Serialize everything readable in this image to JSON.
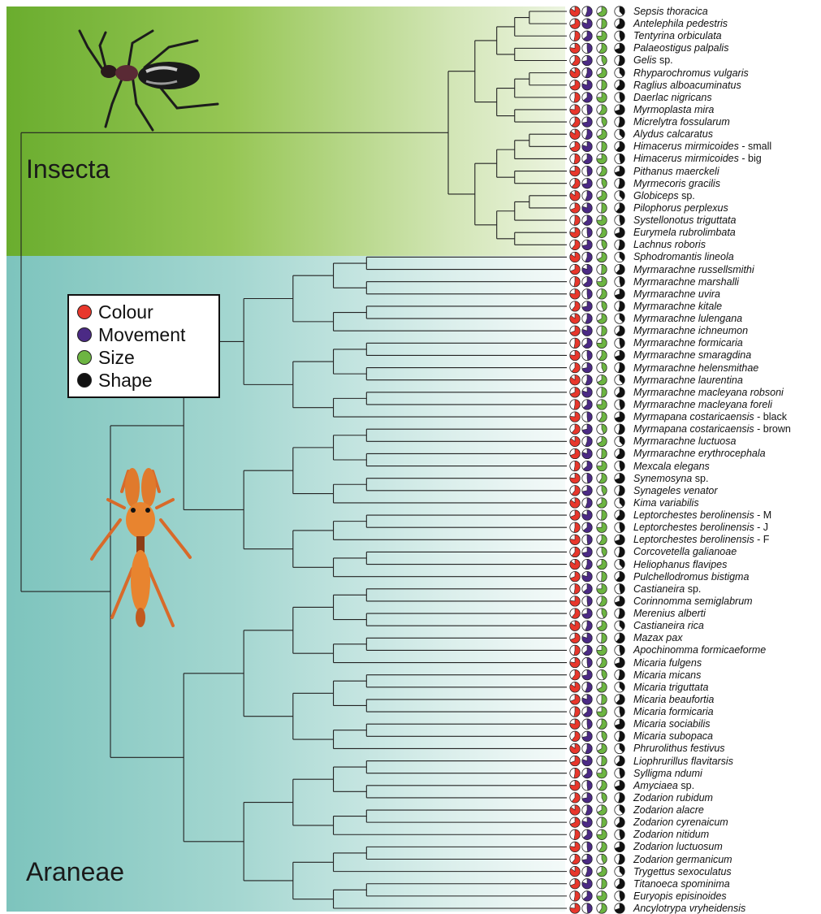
{
  "clades": {
    "insecta": "Insecta",
    "araneae": "Araneae"
  },
  "legend": [
    {
      "label": "Colour",
      "color": "#e8372c"
    },
    {
      "label": "Movement",
      "color": "#4b2a85"
    },
    {
      "label": "Size",
      "color": "#6db542"
    },
    {
      "label": "Shape",
      "color": "#111111"
    }
  ],
  "species": [
    {
      "name": "Sepsis thoracica",
      "suffix": ""
    },
    {
      "name": "Antelephila pedestris",
      "suffix": ""
    },
    {
      "name": "Tentyrina orbiculata",
      "suffix": ""
    },
    {
      "name": "Palaeostigus palpalis",
      "suffix": ""
    },
    {
      "name": "Gelis",
      "suffix": " sp."
    },
    {
      "name": "Rhyparochromus vulgaris",
      "suffix": ""
    },
    {
      "name": "Raglius alboacuminatus",
      "suffix": ""
    },
    {
      "name": "Daerlac nigricans",
      "suffix": ""
    },
    {
      "name": "Myrmoplasta mira",
      "suffix": ""
    },
    {
      "name": "Micrelytra fossularum",
      "suffix": ""
    },
    {
      "name": "Alydus calcaratus",
      "suffix": ""
    },
    {
      "name": "Himacerus mirmicoides",
      "suffix": " - small"
    },
    {
      "name": "Himacerus mirmicoides",
      "suffix": " - big"
    },
    {
      "name": "Pithanus maerckeli",
      "suffix": ""
    },
    {
      "name": "Myrmecoris gracilis",
      "suffix": ""
    },
    {
      "name": "Globiceps",
      "suffix": " sp."
    },
    {
      "name": "Pilophorus perplexus",
      "suffix": ""
    },
    {
      "name": "Systellonotus triguttata",
      "suffix": ""
    },
    {
      "name": "Eurymela rubrolimbata",
      "suffix": ""
    },
    {
      "name": "Lachnus roboris",
      "suffix": ""
    },
    {
      "name": "Sphodromantis lineola",
      "suffix": ""
    },
    {
      "name": "Myrmarachne russellsmithi",
      "suffix": ""
    },
    {
      "name": "Myrmarachne marshalli",
      "suffix": ""
    },
    {
      "name": "Myrmarachne uvira",
      "suffix": ""
    },
    {
      "name": "Myrmarachne kitale",
      "suffix": ""
    },
    {
      "name": "Myrmarachne lulengana",
      "suffix": ""
    },
    {
      "name": "Myrmarachne ichneumon",
      "suffix": ""
    },
    {
      "name": "Myrmarachne formicaria",
      "suffix": ""
    },
    {
      "name": "Myrmarachne smaragdina",
      "suffix": ""
    },
    {
      "name": "Myrmarachne helensmithae",
      "suffix": ""
    },
    {
      "name": "Myrmarachne laurentina",
      "suffix": ""
    },
    {
      "name": "Myrmarachne macleyana robsoni",
      "suffix": ""
    },
    {
      "name": "Myrmarachne macleyana foreli",
      "suffix": ""
    },
    {
      "name": "Myrmapana costaricaensis",
      "suffix": " - black"
    },
    {
      "name": "Myrmapana costaricaensis",
      "suffix": " - brown"
    },
    {
      "name": "Myrmarachne luctuosa",
      "suffix": ""
    },
    {
      "name": "Myrmarachne erythrocephala",
      "suffix": ""
    },
    {
      "name": "Mexcala elegans",
      "suffix": ""
    },
    {
      "name": "Synemosyna",
      "suffix": " sp."
    },
    {
      "name": "Synageles venator",
      "suffix": ""
    },
    {
      "name": "Kima variabilis",
      "suffix": ""
    },
    {
      "name": "Leptorchestes berolinensis",
      "suffix": " - M"
    },
    {
      "name": "Leptorchestes berolinensis",
      "suffix": " - J"
    },
    {
      "name": "Leptorchestes berolinensis",
      "suffix": " - F"
    },
    {
      "name": "Corcovetella galianoae",
      "suffix": ""
    },
    {
      "name": "Heliophanus flavipes",
      "suffix": ""
    },
    {
      "name": "Pulchellodromus bistigma",
      "suffix": ""
    },
    {
      "name": "Castianeira",
      "suffix": " sp."
    },
    {
      "name": "Corinnomma semiglabrum",
      "suffix": ""
    },
    {
      "name": "Merenius alberti",
      "suffix": ""
    },
    {
      "name": "Castianeira rica",
      "suffix": ""
    },
    {
      "name": "Mazax pax",
      "suffix": ""
    },
    {
      "name": "Apochinomma formicaeforme",
      "suffix": ""
    },
    {
      "name": "Micaria fulgens",
      "suffix": ""
    },
    {
      "name": "Micaria micans",
      "suffix": ""
    },
    {
      "name": "Micaria triguttata",
      "suffix": ""
    },
    {
      "name": "Micaria beaufortia",
      "suffix": ""
    },
    {
      "name": "Micaria formicaria",
      "suffix": ""
    },
    {
      "name": "Micaria sociabilis",
      "suffix": ""
    },
    {
      "name": "Micaria subopaca",
      "suffix": ""
    },
    {
      "name": "Phrurolithus festivus",
      "suffix": ""
    },
    {
      "name": "Liophrurillus flavitarsis",
      "suffix": ""
    },
    {
      "name": "Sylligma ndumi",
      "suffix": ""
    },
    {
      "name": "Amyciaea",
      "suffix": " sp."
    },
    {
      "name": "Zodarion rubidum",
      "suffix": ""
    },
    {
      "name": "Zodarion alacre",
      "suffix": ""
    },
    {
      "name": "Zodarion cyrenaicum",
      "suffix": ""
    },
    {
      "name": "Zodarion nitidum",
      "suffix": ""
    },
    {
      "name": "Zodarion luctuosum",
      "suffix": ""
    },
    {
      "name": "Zodarion germanicum",
      "suffix": ""
    },
    {
      "name": "Trygettus sexoculatus",
      "suffix": ""
    },
    {
      "name": "Titanoeca spominima",
      "suffix": ""
    },
    {
      "name": "Euryopis episinoides",
      "suffix": ""
    },
    {
      "name": "Ancylotrypa vryheidensis",
      "suffix": ""
    }
  ]
}
